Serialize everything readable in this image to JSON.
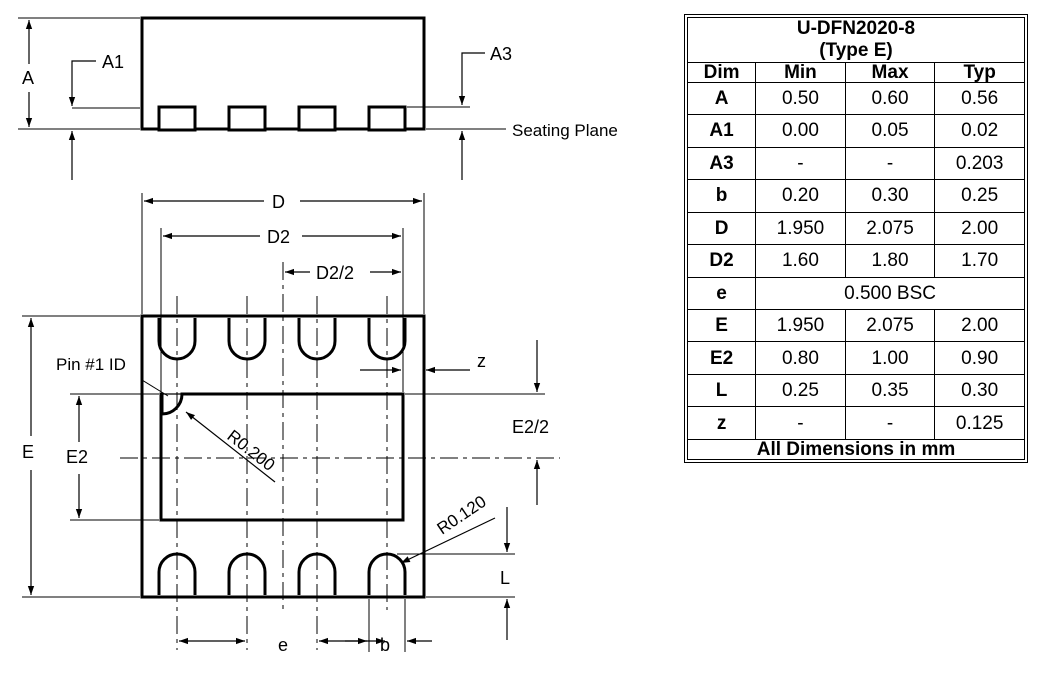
{
  "diagram": {
    "labels": {
      "A": "A",
      "A1": "A1",
      "A3": "A3",
      "seating_plane": "Seating Plane",
      "D": "D",
      "D2": "D2",
      "D2_half": "D2/2",
      "pin1": "Pin #1 ID",
      "z": "z",
      "E": "E",
      "E2": "E2",
      "E2_half": "E2/2",
      "R200": "R0.200",
      "R120": "R0.120",
      "L": "L",
      "e": "e",
      "b": "b"
    }
  },
  "table": {
    "title_line1": "U-DFN2020-8",
    "title_line2": "(Type E)",
    "headers": [
      "Dim",
      "Min",
      "Max",
      "Typ"
    ],
    "rows": [
      {
        "dim": "A",
        "min": "0.50",
        "max": "0.60",
        "typ": "0.56"
      },
      {
        "dim": "A1",
        "min": "0.00",
        "max": "0.05",
        "typ": "0.02"
      },
      {
        "dim": "A3",
        "min": "-",
        "max": "-",
        "typ": "0.203"
      },
      {
        "dim": "b",
        "min": "0.20",
        "max": "0.30",
        "typ": "0.25"
      },
      {
        "dim": "D",
        "min": "1.950",
        "max": "2.075",
        "typ": "2.00"
      },
      {
        "dim": "D2",
        "min": "1.60",
        "max": "1.80",
        "typ": "1.70"
      },
      {
        "dim": "e",
        "span": "0.500 BSC"
      },
      {
        "dim": "E",
        "min": "1.950",
        "max": "2.075",
        "typ": "2.00"
      },
      {
        "dim": "E2",
        "min": "0.80",
        "max": "1.00",
        "typ": "0.90"
      },
      {
        "dim": "L",
        "min": "0.25",
        "max": "0.35",
        "typ": "0.30"
      },
      {
        "dim": "z",
        "min": "-",
        "max": "-",
        "typ": "0.125"
      }
    ],
    "footer": "All Dimensions in mm"
  }
}
